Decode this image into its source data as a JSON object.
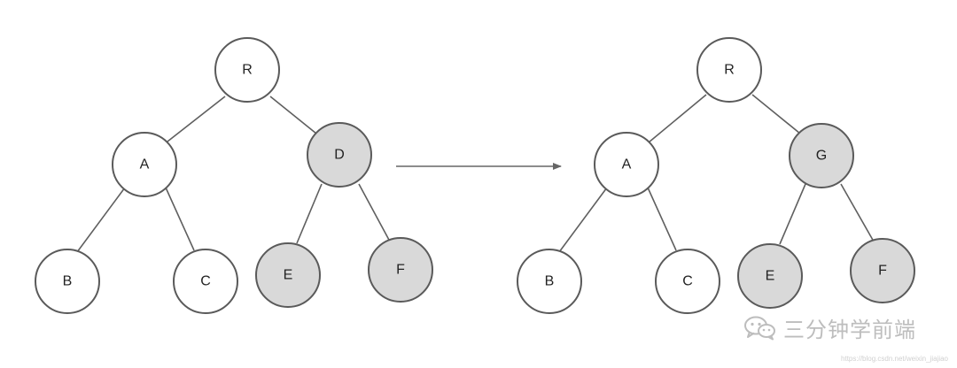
{
  "diagram": {
    "colors": {
      "node_fill_default": "#ffffff",
      "node_fill_highlight": "#d9d9d9",
      "node_stroke": "#5a5a5a",
      "edge": "#5f5f5f",
      "arrow": "#666666"
    },
    "before": {
      "nodes": {
        "r": {
          "label": "R",
          "highlighted": false
        },
        "a": {
          "label": "A",
          "highlighted": false
        },
        "d": {
          "label": "D",
          "highlighted": true
        },
        "b": {
          "label": "B",
          "highlighted": false
        },
        "c": {
          "label": "C",
          "highlighted": false
        },
        "e": {
          "label": "E",
          "highlighted": true
        },
        "f": {
          "label": "F",
          "highlighted": true
        }
      }
    },
    "after": {
      "nodes": {
        "r": {
          "label": "R",
          "highlighted": false
        },
        "a": {
          "label": "A",
          "highlighted": false
        },
        "g": {
          "label": "G",
          "highlighted": true
        },
        "b": {
          "label": "B",
          "highlighted": false
        },
        "c": {
          "label": "C",
          "highlighted": false
        },
        "e": {
          "label": "E",
          "highlighted": true
        },
        "f": {
          "label": "F",
          "highlighted": true
        }
      }
    }
  },
  "watermark": {
    "icon": "wechat-icon",
    "text": "三分钟学前端",
    "source_url": "https://blog.csdn.net/weixin_jiajiao"
  }
}
